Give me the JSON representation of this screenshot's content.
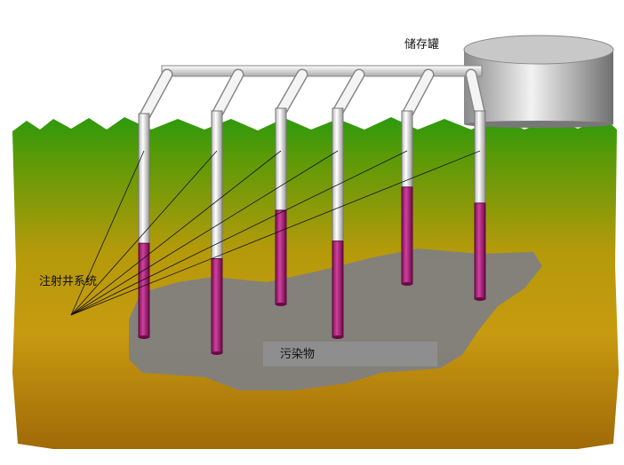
{
  "labels": {
    "tank": "储存罐",
    "injection_system": "注射井系统",
    "contaminant": "污染物"
  },
  "colors": {
    "grass": "#2f9a10",
    "soil_top": "#b8a010",
    "soil_bottom": "#a87010",
    "contaminant": "#808080",
    "fluid": "#b0287a",
    "pipe": "#f4f4f4"
  },
  "wells": [
    {
      "fluid_fraction": 0.42
    },
    {
      "fluid_fraction": 0.39
    },
    {
      "fluid_fraction": 0.48
    },
    {
      "fluid_fraction": 0.42
    },
    {
      "fluid_fraction": 0.56
    },
    {
      "fluid_fraction": 0.51
    }
  ]
}
